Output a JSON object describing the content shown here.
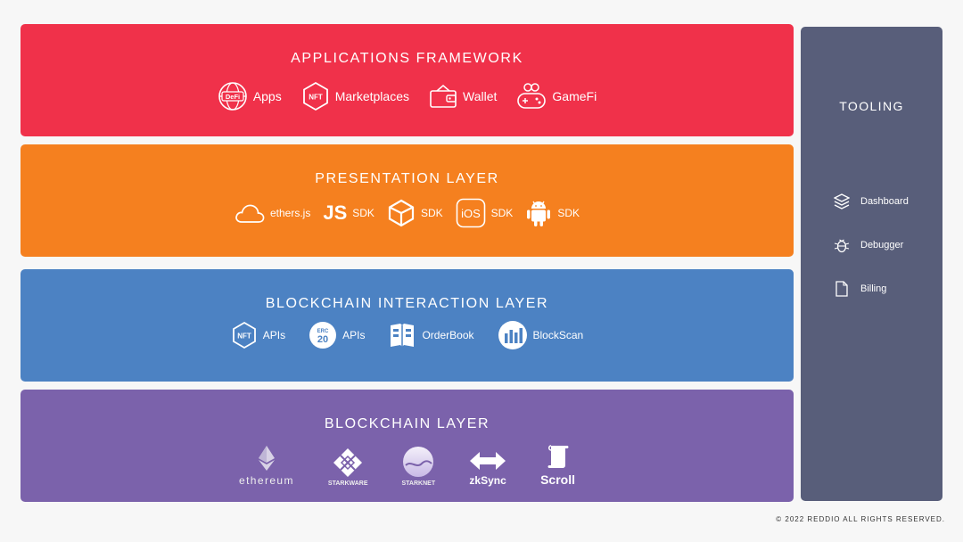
{
  "layers": [
    {
      "title": "APPLICATIONS FRAMEWORK",
      "items": [
        {
          "label": "Apps",
          "icon": "defi-icon",
          "badge": "DeFi"
        },
        {
          "label": "Marketplaces",
          "icon": "nft-icon",
          "badge": "NFT"
        },
        {
          "label": "Wallet",
          "icon": "wallet-icon"
        },
        {
          "label": "GameFi",
          "icon": "gamepad-icon"
        }
      ]
    },
    {
      "title": "PRESENTATION LAYER",
      "items": [
        {
          "label": "ethers.js",
          "icon": "cloud-icon"
        },
        {
          "label": "SDK",
          "icon": "javascript-icon",
          "badge": "JS"
        },
        {
          "label": "SDK",
          "icon": "unity-icon"
        },
        {
          "label": "SDK",
          "icon": "ios-icon",
          "badge": "iOS"
        },
        {
          "label": "SDK",
          "icon": "android-icon"
        }
      ]
    },
    {
      "title": "BLOCKCHAIN INTERACTION LAYER",
      "items": [
        {
          "label": "APIs",
          "icon": "nft-api-icon",
          "badge": "NFT"
        },
        {
          "label": "APIs",
          "icon": "erc20-icon",
          "badge": "ERC",
          "badge2": "20"
        },
        {
          "label": "OrderBook",
          "icon": "orderbook-icon"
        },
        {
          "label": "BlockScan",
          "icon": "blockscan-icon"
        }
      ]
    },
    {
      "title": "BLOCKCHAIN LAYER",
      "items": [
        {
          "label": "ethereum",
          "icon": "ethereum-icon"
        },
        {
          "label": "STARKWARE",
          "icon": "starkware-icon"
        },
        {
          "label": "STARKNET",
          "icon": "starknet-icon"
        },
        {
          "label": "zkSync",
          "icon": "zksync-icon"
        },
        {
          "label": "Scroll",
          "icon": "scroll-icon"
        }
      ]
    }
  ],
  "tooling": {
    "title": "TOOLING",
    "items": [
      {
        "label": "Dashboard",
        "icon": "layers-icon"
      },
      {
        "label": "Debugger",
        "icon": "bug-icon"
      },
      {
        "label": "Billing",
        "icon": "document-icon"
      }
    ]
  },
  "footer": "© 2022 REDDIO ALL RIGHTS RESERVED.",
  "colors": {
    "applications": "#f0314a",
    "presentation": "#f5801f",
    "interaction": "#4c82c3",
    "blockchain": "#7b62ab",
    "tooling": "#585e7a"
  }
}
